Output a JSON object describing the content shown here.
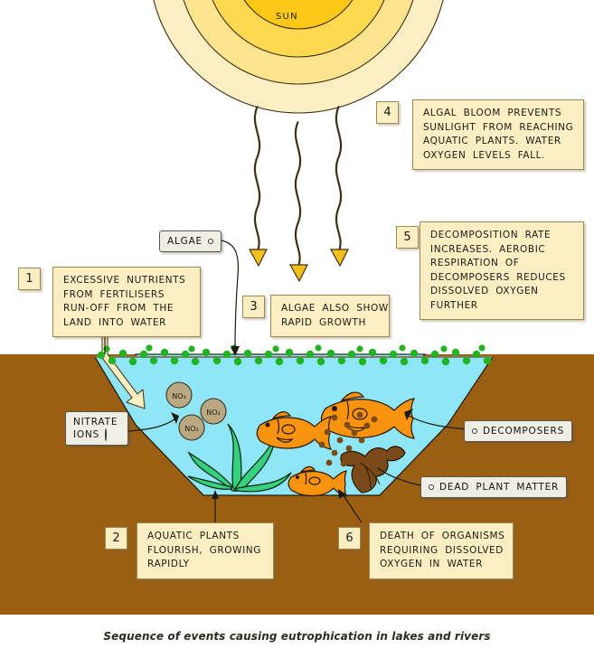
{
  "diagram": {
    "title": "Sequence of events causing eutrophication in lakes and rivers",
    "sun_label": "SUN",
    "colors": {
      "sun_core": "#fcc816",
      "sun_band2": "#fdd850",
      "sun_band3": "#fbe48d",
      "sun_band4": "#fbeec2",
      "ray": "#f5c01b",
      "water": "#8fe6f7",
      "soil": "#9b5f14",
      "algae": "#22b322",
      "plant": "#35d17e",
      "fish": "#f8930f",
      "dead_matter": "#7a4a18",
      "nitrate": "#b9a882",
      "box_fill": "#fbeec2",
      "box_border": "#9a8a52",
      "tag_fill": "#eeeee4",
      "tag_border": "#585850"
    },
    "steps": [
      {
        "number": "1",
        "lines": [
          "EXCESSIVE NUTRIENTS",
          "FROM FERTILISERS",
          "RUN-OFF FROM THE",
          "LAND INTO WATER"
        ]
      },
      {
        "number": "2",
        "lines": [
          "AQUATIC PLANTS",
          "FLOURISH, GROWING",
          "RAPIDLY"
        ]
      },
      {
        "number": "3",
        "lines": [
          "ALGAE ALSO SHOW",
          "RAPID GROWTH"
        ]
      },
      {
        "number": "4",
        "lines": [
          "ALGAL BLOOM PREVENTS",
          "SUNLIGHT FROM REACHING",
          "AQUATIC PLANTS. WATER",
          "OXYGEN LEVELS FALL."
        ]
      },
      {
        "number": "5",
        "lines": [
          "DECOMPOSITION RATE",
          "INCREASES. AEROBIC",
          "RESPIRATION OF",
          "DECOMPOSERS REDUCES",
          "DISSOLVED OXYGEN",
          "FURTHER"
        ]
      },
      {
        "number": "6",
        "lines": [
          "DEATH OF ORGANISMS",
          "REQUIRING DISSOLVED",
          "OXYGEN IN WATER"
        ]
      }
    ],
    "labels": {
      "algae": "ALGAE",
      "nitrate_line1": "NITRATE",
      "nitrate_line2": "IONS",
      "decomposers": "DECOMPOSERS",
      "dead_plant_matter": "DEAD  PLANT  MATTER"
    },
    "molecules": [
      "NO₃",
      "NO₃",
      "NO₃"
    ]
  }
}
